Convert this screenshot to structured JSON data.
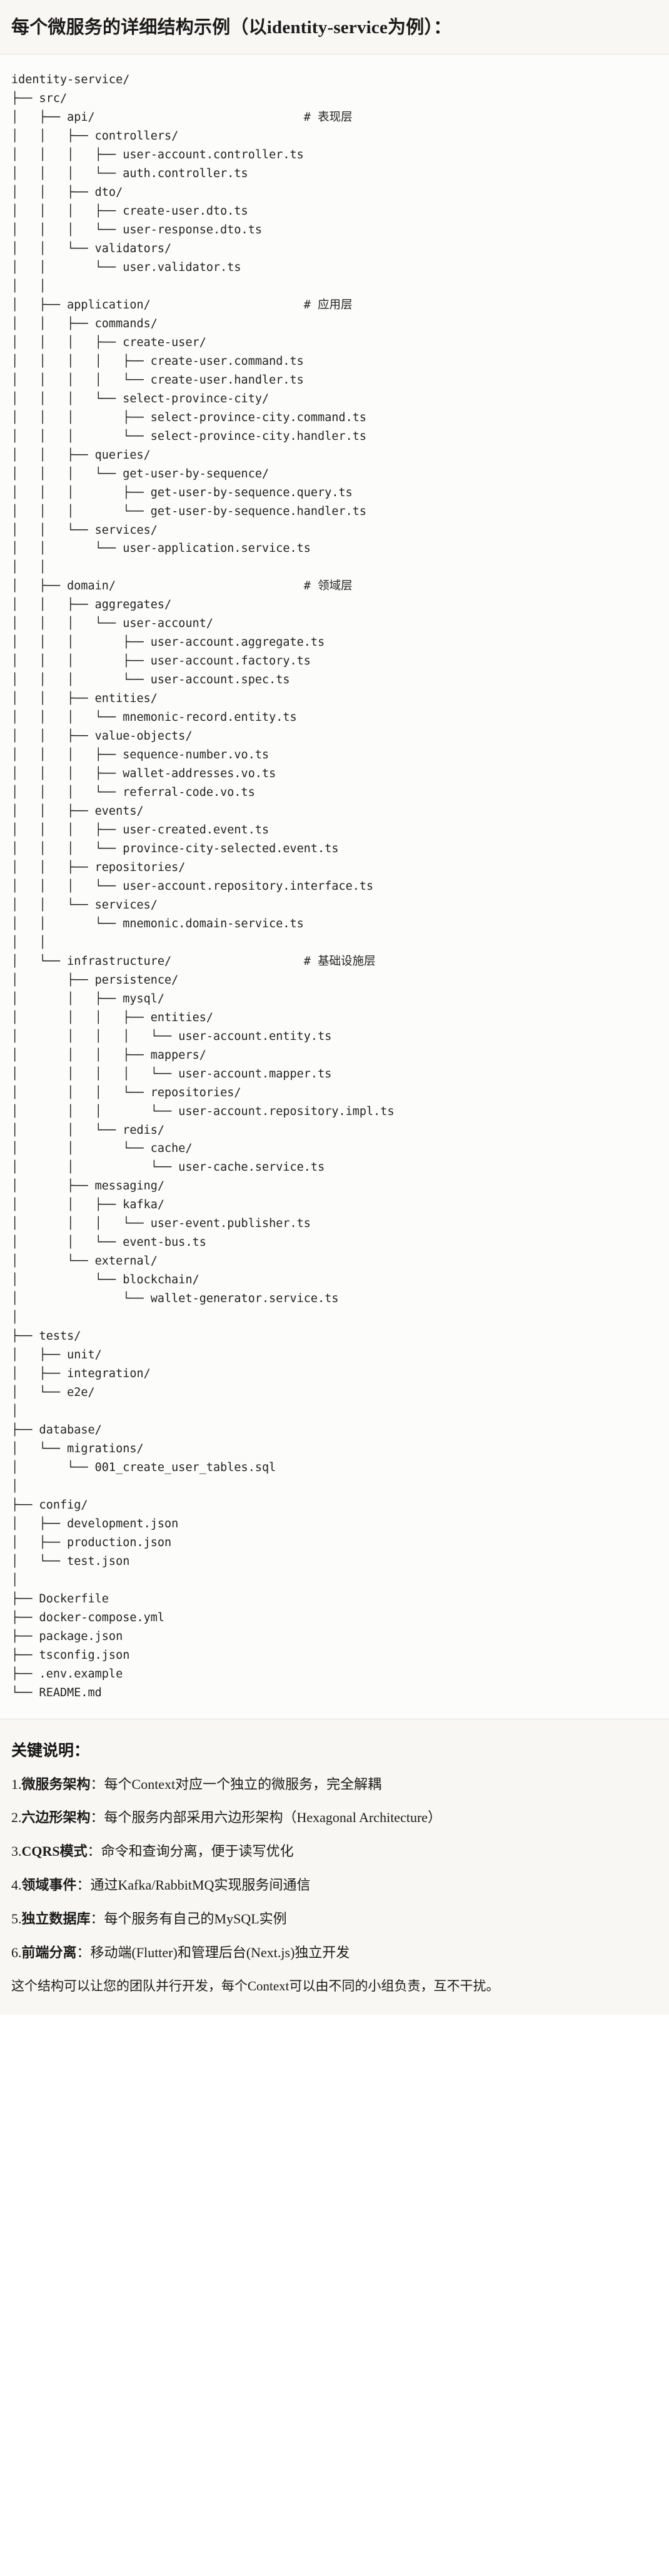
{
  "header": {
    "title": "每个微服务的详细结构示例（以identity-service为例）："
  },
  "tree": {
    "root": "identity-service/",
    "text": "identity-service/\n├── src/\n│   ├── api/                              # 表现层\n│   │   ├── controllers/\n│   │   │   ├── user-account.controller.ts\n│   │   │   └── auth.controller.ts\n│   │   ├── dto/\n│   │   │   ├── create-user.dto.ts\n│   │   │   └── user-response.dto.ts\n│   │   └── validators/\n│   │       └── user.validator.ts\n│   │\n│   ├── application/                      # 应用层\n│   │   ├── commands/\n│   │   │   ├── create-user/\n│   │   │   │   ├── create-user.command.ts\n│   │   │   │   └── create-user.handler.ts\n│   │   │   └── select-province-city/\n│   │   │       ├── select-province-city.command.ts\n│   │   │       └── select-province-city.handler.ts\n│   │   ├── queries/\n│   │   │   └── get-user-by-sequence/\n│   │   │       ├── get-user-by-sequence.query.ts\n│   │   │       └── get-user-by-sequence.handler.ts\n│   │   └── services/\n│   │       └── user-application.service.ts\n│   │\n│   ├── domain/                           # 领域层\n│   │   ├── aggregates/\n│   │   │   └── user-account/\n│   │   │       ├── user-account.aggregate.ts\n│   │   │       ├── user-account.factory.ts\n│   │   │       └── user-account.spec.ts\n│   │   ├── entities/\n│   │   │   └── mnemonic-record.entity.ts\n│   │   ├── value-objects/\n│   │   │   ├── sequence-number.vo.ts\n│   │   │   ├── wallet-addresses.vo.ts\n│   │   │   └── referral-code.vo.ts\n│   │   ├── events/\n│   │   │   ├── user-created.event.ts\n│   │   │   └── province-city-selected.event.ts\n│   │   ├── repositories/\n│   │   │   └── user-account.repository.interface.ts\n│   │   └── services/\n│   │       └── mnemonic.domain-service.ts\n│   │\n│   └── infrastructure/                   # 基础设施层\n│       ├── persistence/\n│       │   ├── mysql/\n│       │   │   ├── entities/\n│       │   │   │   └── user-account.entity.ts\n│       │   │   ├── mappers/\n│       │   │   │   └── user-account.mapper.ts\n│       │   │   └── repositories/\n│       │   │       └── user-account.repository.impl.ts\n│       │   └── redis/\n│       │       └── cache/\n│       │           └── user-cache.service.ts\n│       ├── messaging/\n│       │   ├── kafka/\n│       │   │   └── user-event.publisher.ts\n│       │   └── event-bus.ts\n│       └── external/\n│           └── blockchain/\n│               └── wallet-generator.service.ts\n│\n├── tests/\n│   ├── unit/\n│   ├── integration/\n│   └── e2e/\n│\n├── database/\n│   └── migrations/\n│       └── 001_create_user_tables.sql\n│\n├── config/\n│   ├── development.json\n│   ├── production.json\n│   └── test.json\n│\n├── Dockerfile\n├── docker-compose.yml\n├── package.json\n├── tsconfig.json\n├── .env.example\n└── README.md",
    "comments": [
      {
        "layer": "# 表现层",
        "target": "api/"
      },
      {
        "layer": "# 应用层",
        "target": "application/"
      },
      {
        "layer": "# 领域层",
        "target": "domain/"
      },
      {
        "layer": "# 基础设施层",
        "target": "infrastructure/"
      }
    ]
  },
  "notes": {
    "title": "关键说明：",
    "items": [
      {
        "num": "1.",
        "term": "微服务架构",
        "desc": "：每个Context对应一个独立的微服务，完全解耦"
      },
      {
        "num": "2.",
        "term": "六边形架构",
        "desc": "：每个服务内部采用六边形架构（Hexagonal Architecture）"
      },
      {
        "num": "3.",
        "term": "CQRS模式",
        "desc": "：命令和查询分离，便于读写优化"
      },
      {
        "num": "4.",
        "term": "领域事件",
        "desc": "：通过Kafka/RabbitMQ实现服务间通信"
      },
      {
        "num": "5.",
        "term": "独立数据库",
        "desc": "：每个服务有自己的MySQL实例"
      },
      {
        "num": "6.",
        "term": "前端分离",
        "desc": "：移动端(Flutter)和管理后台(Next.js)独立开发"
      }
    ],
    "closing": "这个结构可以让您的团队并行开发，每个Context可以由不同的小组负责，互不干扰。"
  }
}
